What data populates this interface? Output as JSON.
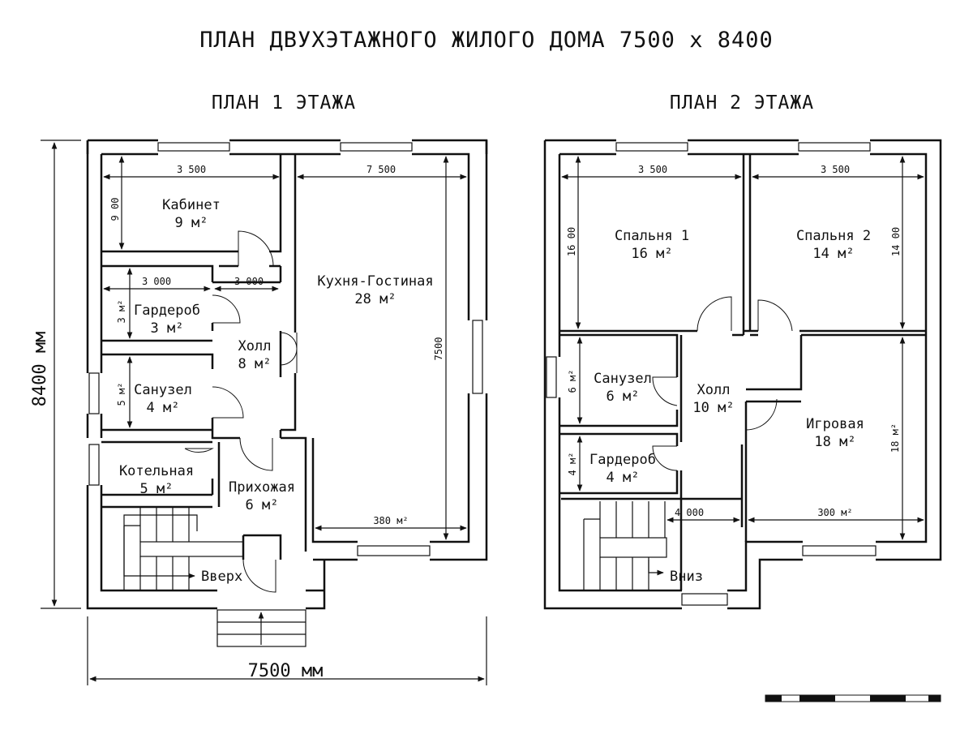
{
  "title": "ПЛАН ДВУХЭТАЖНОГО ЖИЛОГО ДОМА 7500 х 8400",
  "floor1": {
    "heading": "ПЛАН 1 ЭТАЖА",
    "rooms": {
      "cabinet": {
        "name": "Кабинет",
        "area": "9 м²"
      },
      "wardrobe": {
        "name": "Гардероб",
        "area": "3 м²"
      },
      "hall": {
        "name": "Холл",
        "area": "8 м²"
      },
      "bathroom": {
        "name": "Санузел",
        "area": "4 м²"
      },
      "boiler": {
        "name": "Котельная",
        "area": "5 м²"
      },
      "entry": {
        "name": "Прихожая",
        "area": "6 м²"
      },
      "kitchen": {
        "name": "Кухня-Гостиная",
        "area": "28 м²"
      }
    },
    "dims": {
      "cabinet_w": "3 500",
      "kitchen_w": "7 500",
      "cabinet_h": "9 00",
      "wardrobe_w": "3 000",
      "hall_w": "3 000",
      "wardrobe_h": "3 м²",
      "bathroom_h": "5 м²",
      "kitchen_h": "7500",
      "kitchen_bottom": "380 м²"
    },
    "stairs_label": "Вверх",
    "overall_w": "7500 мм",
    "overall_h": "8400 мм"
  },
  "floor2": {
    "heading": "ПЛАН 2 ЭТАЖА",
    "rooms": {
      "bedroom1": {
        "name": "Спальня 1",
        "area": "16 м²"
      },
      "bedroom2": {
        "name": "Спальня 2",
        "area": "14 м²"
      },
      "bathroom": {
        "name": "Санузел",
        "area": "6 м²"
      },
      "hall": {
        "name": "Холл",
        "area": "10 м²"
      },
      "playroom": {
        "name": "Игровая",
        "area": "18 м²"
      },
      "wardrobe": {
        "name": "Гардероб",
        "area": "4 м²"
      }
    },
    "dims": {
      "bedroom1_w": "3 500",
      "bedroom2_w": "3 500",
      "bedroom1_h": "16 00",
      "bedroom2_h": "14 00",
      "bathroom_h": "6 м²",
      "wardrobe_h": "4 м²",
      "playroom_h": "18 м²",
      "stair_w": "4 000",
      "playroom_bottom": "300 м²"
    },
    "stairs_label": "Вниз"
  }
}
